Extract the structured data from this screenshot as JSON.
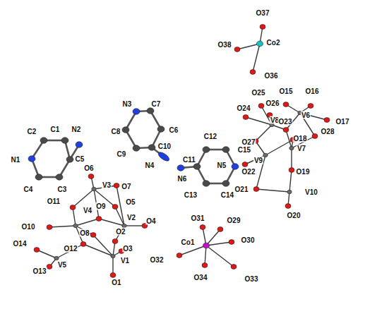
{
  "diagram": {
    "labels": [
      "O37",
      "O38",
      "Co2",
      "O36",
      "N3",
      "C7",
      "C6",
      "C8",
      "C10",
      "C9",
      "N4",
      "O25",
      "O15",
      "O16",
      "O26",
      "O24",
      "V8",
      "V6",
      "O17",
      "O23",
      "O28",
      "O18",
      "O27",
      "V7",
      "V9",
      "O22",
      "O19",
      "O21",
      "V10",
      "O20",
      "C2",
      "C1",
      "N2",
      "N1",
      "C5",
      "C4",
      "C3",
      "C12",
      "C15",
      "N5",
      "C11",
      "N6",
      "C13",
      "C14",
      "O6",
      "V3",
      "O7",
      "O11",
      "O5",
      "O9",
      "V4",
      "V2",
      "O4",
      "O10",
      "O8",
      "O2",
      "O14",
      "O12",
      "O3",
      "V5",
      "V1",
      "O13",
      "O1",
      "O31",
      "O29",
      "Co1",
      "O30",
      "O32",
      "O34",
      "O33"
    ]
  }
}
